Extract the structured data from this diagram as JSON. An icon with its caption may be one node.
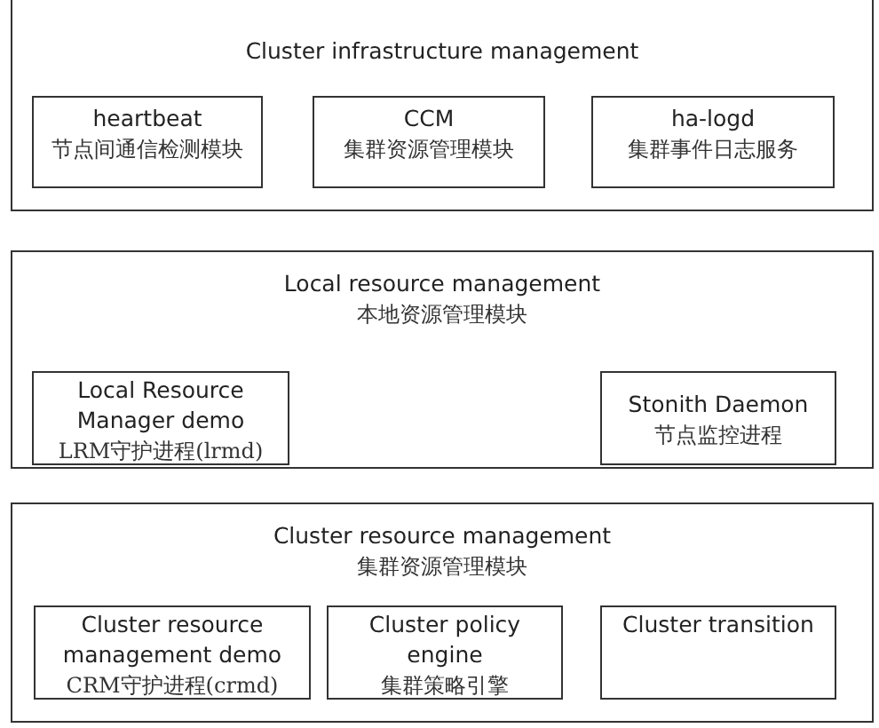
{
  "diagram": {
    "nodes": [
      {
        "text": [
          "Cluster infrastructure management"
        ]
      },
      {
        "text": [
          "heartbeat",
          "节点间通信检测模块"
        ],
        "in": 0
      },
      {
        "text": [
          "CCM",
          "集群资源管理模块"
        ],
        "in": 0
      },
      {
        "text": [
          "ha-logd",
          "集群事件日志服务"
        ],
        "in": 0
      },
      {
        "text": [
          "Local resource management",
          "本地资源管理模块"
        ]
      },
      {
        "text": [
          "Local Resource Manager demo",
          "LRM守护进程(lrmd)"
        ],
        "in": 4
      },
      {
        "text": [
          "Stonith Daemon",
          "节点监控进程"
        ],
        "in": 4
      },
      {
        "text": [
          "Cluster resource management",
          "集群资源管理模块"
        ]
      },
      {
        "text": [
          "Cluster resource management demo",
          "CRM守护进程(crmd)"
        ],
        "in": 7
      },
      {
        "text": [
          "Cluster policy engine",
          "集群策略引擎"
        ],
        "in": 7
      },
      {
        "text": [
          "Cluster transition"
        ],
        "in": 7
      }
    ]
  }
}
